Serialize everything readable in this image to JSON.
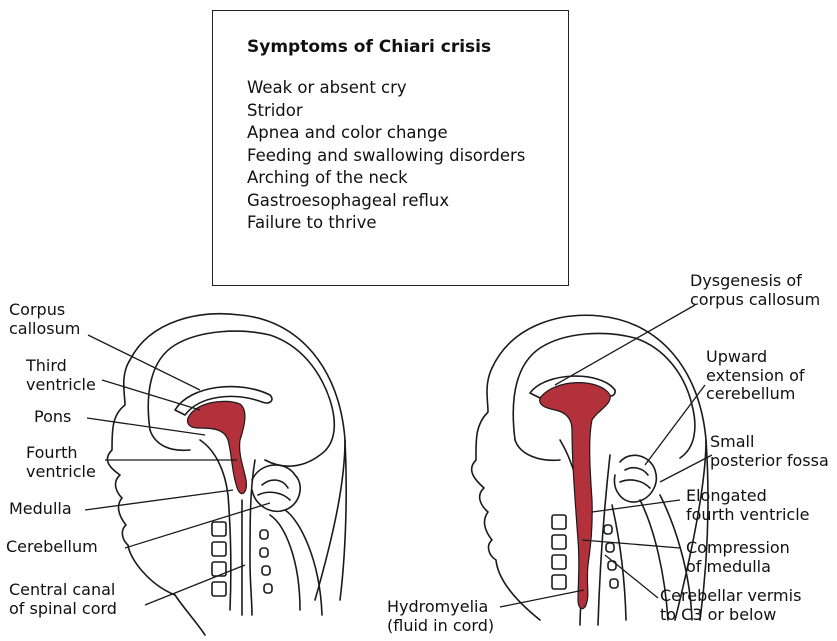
{
  "box": {
    "title": "Symptoms of Chiari crisis",
    "items": [
      "Weak or absent cry",
      "Stridor",
      "Apnea and color change",
      "Feeding and swallowing disorders",
      "Arching of the neck",
      "Gastroesophageal reflux",
      "Failure to thrive"
    ]
  },
  "left_labels": {
    "corpus_callosum": [
      "Corpus",
      "callosum"
    ],
    "third_ventricle": [
      "Third",
      "ventricle"
    ],
    "pons": [
      "Pons"
    ],
    "fourth_ventricle": [
      "Fourth",
      "ventricle"
    ],
    "medulla": [
      "Medulla"
    ],
    "cerebellum": [
      "Cerebellum"
    ],
    "central_canal": [
      "Central canal",
      "of spinal cord"
    ]
  },
  "right_labels": {
    "dysgenesis": [
      "Dysgenesis of",
      "corpus callosum"
    ],
    "upward_extension": [
      "Upward",
      "extension of",
      "cerebellum"
    ],
    "small_fossa": [
      "Small",
      "posterior fossa"
    ],
    "elongated": [
      "Elongated",
      "fourth ventricle"
    ],
    "compression": [
      "Compression",
      "of medulla"
    ],
    "vermis": [
      "Cerebellar vermis",
      "to C3 or below"
    ],
    "hydromyelia": [
      "Hydromyelia",
      "(fluid in cord)"
    ]
  },
  "colors": {
    "ventricle_fill": "#b3313a",
    "line": "#1a1a1a"
  }
}
